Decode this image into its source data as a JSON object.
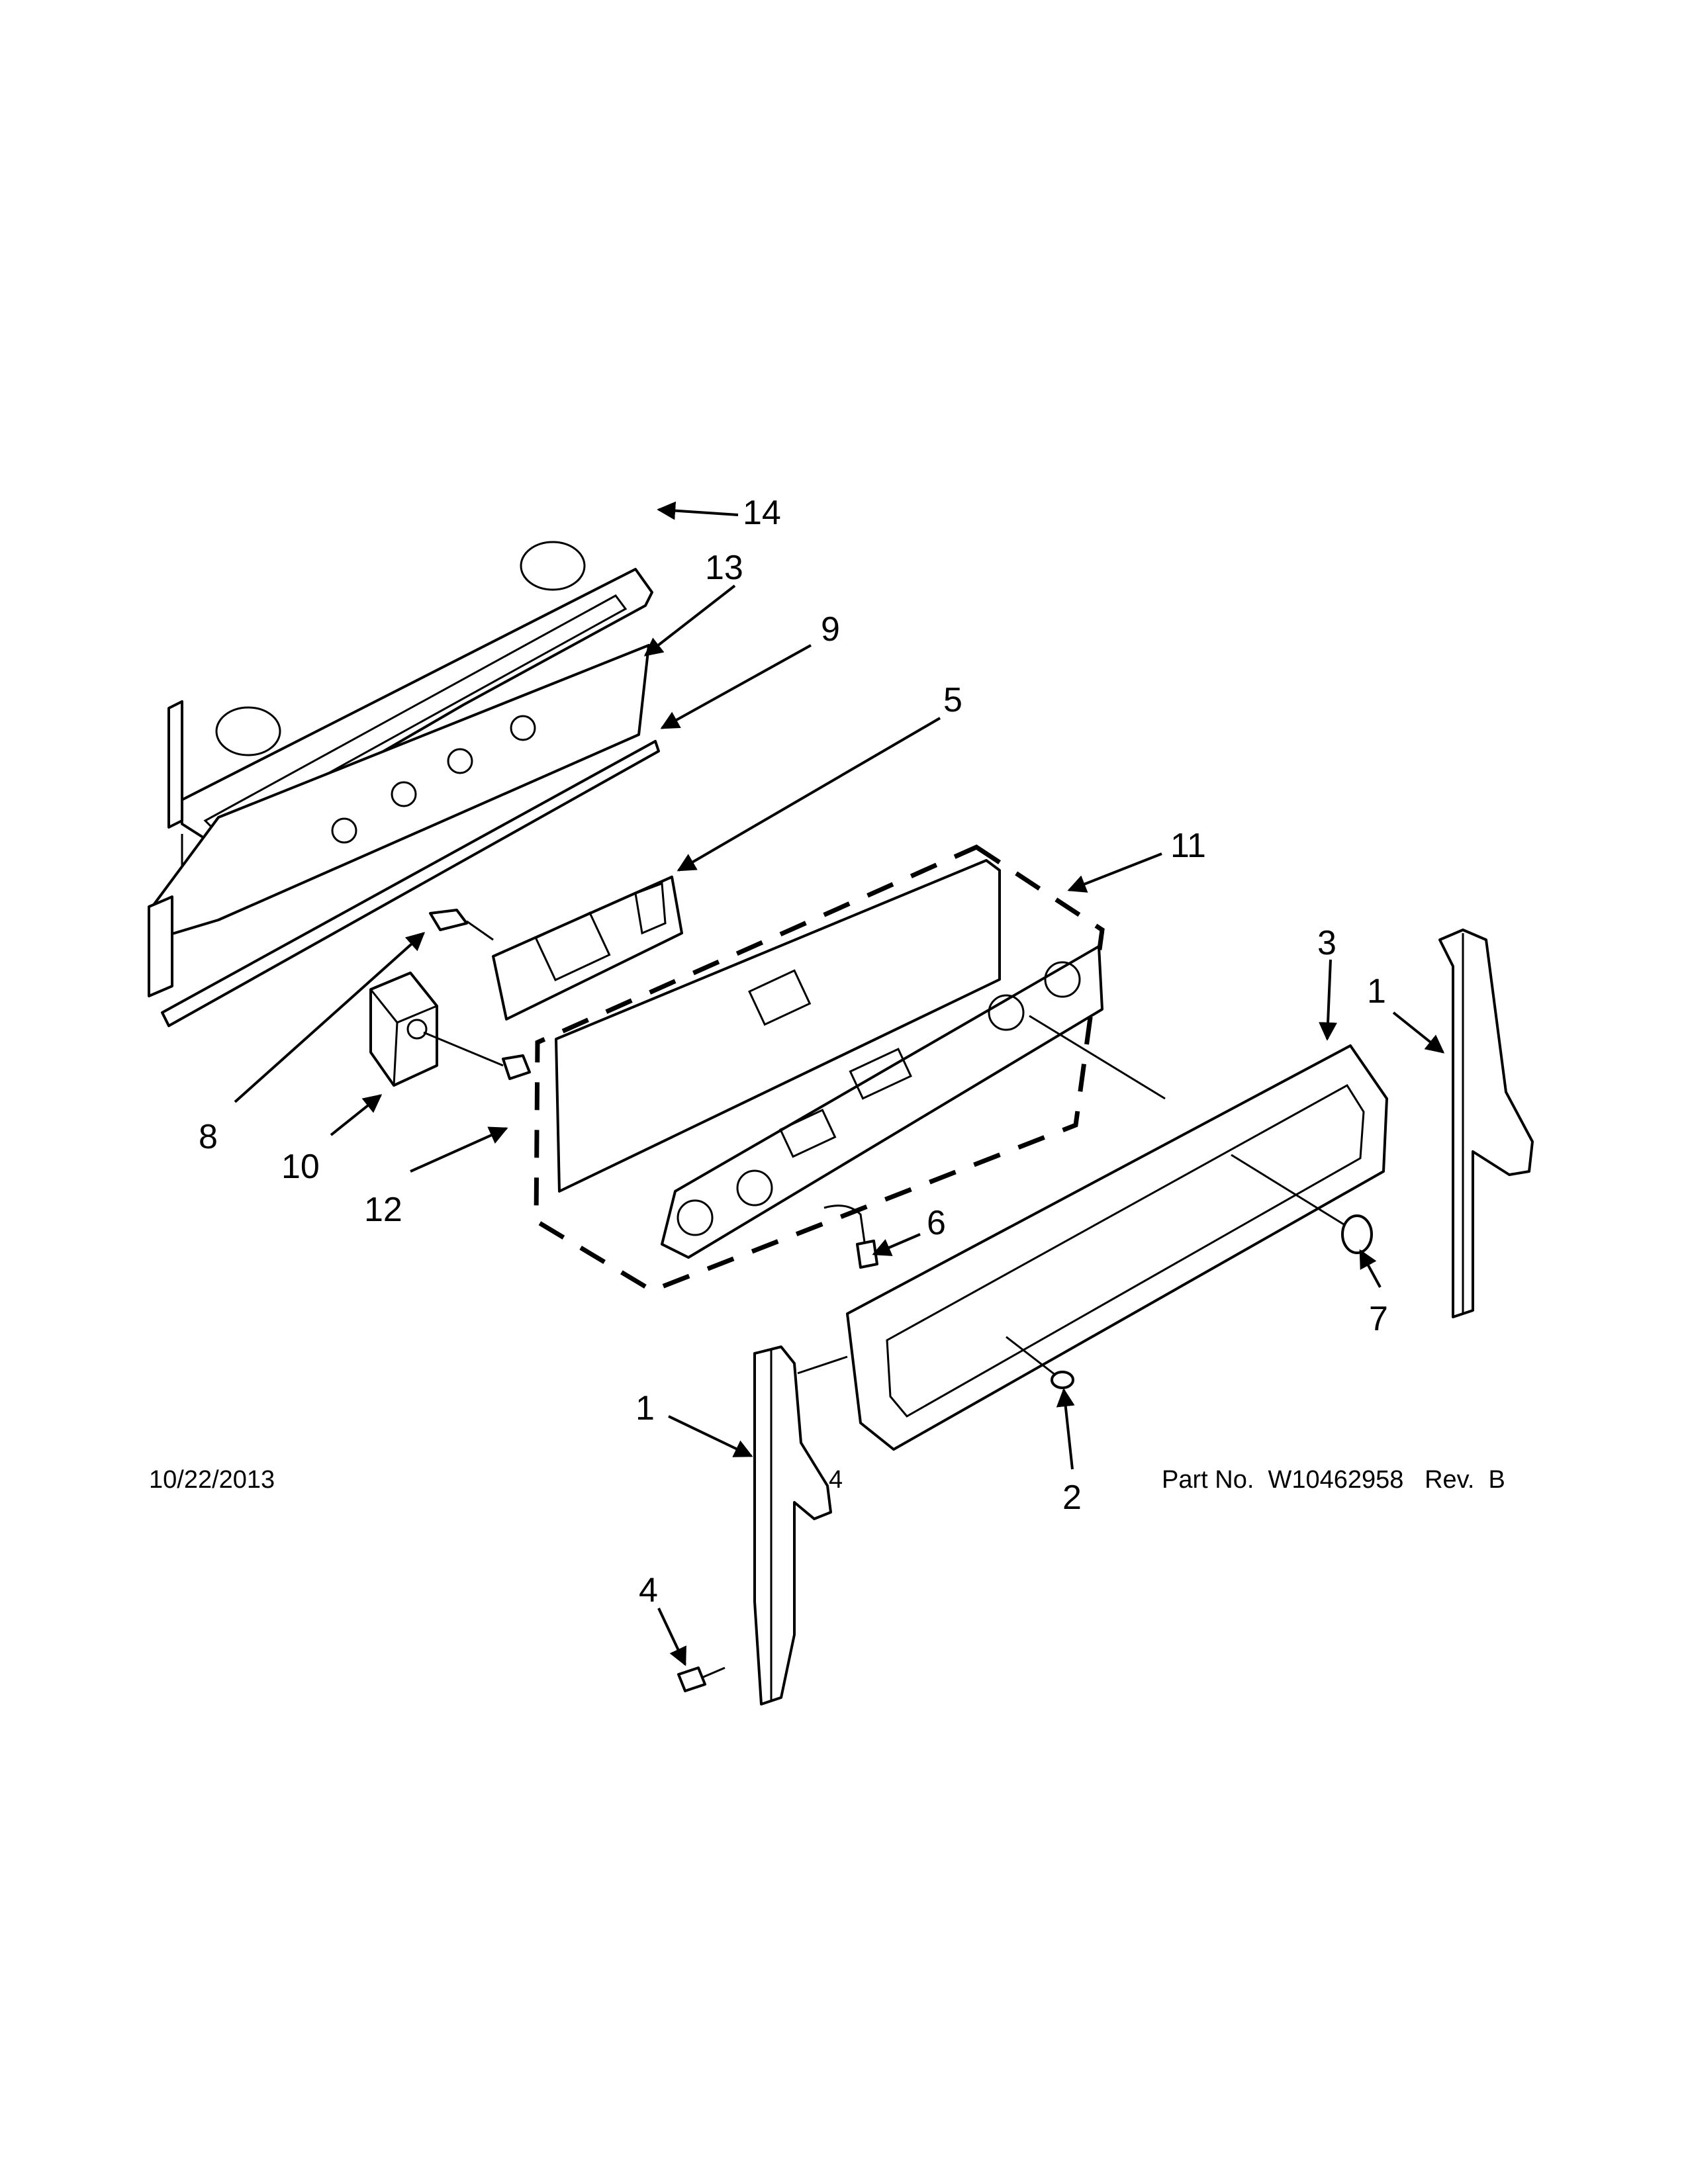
{
  "callouts": [
    {
      "label": "14"
    },
    {
      "label": "13"
    },
    {
      "label": "9"
    },
    {
      "label": "5"
    },
    {
      "label": "11"
    },
    {
      "label": "3"
    },
    {
      "label": "1"
    },
    {
      "label": "8"
    },
    {
      "label": "10"
    },
    {
      "label": "12"
    },
    {
      "label": "6"
    },
    {
      "label": "7"
    },
    {
      "label": "1"
    },
    {
      "label": "2"
    },
    {
      "label": "4"
    }
  ],
  "footer": {
    "date": "10/22/2013",
    "page": "4",
    "part_number": "Part No.  W10462958   Rev.  B"
  }
}
